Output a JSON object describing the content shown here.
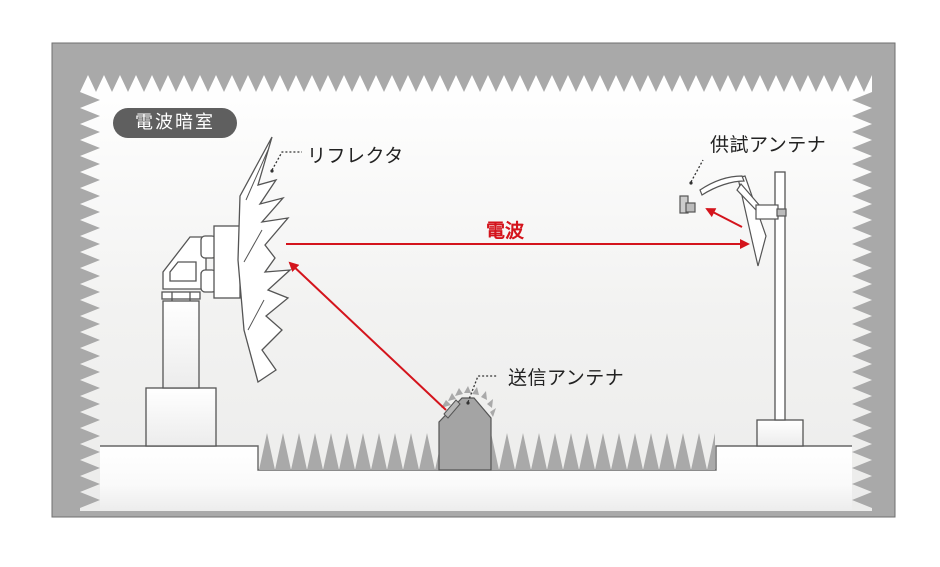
{
  "diagram": {
    "title_badge": "電波暗室",
    "labels": {
      "reflector": "リフレクタ",
      "wave": "電波",
      "test_antenna": "供試アンテナ",
      "transmit_antenna": "送信アンテナ"
    },
    "colors": {
      "chamber_wall": "#a9a9a9",
      "interior": "#efefee",
      "floor": "#ffffff",
      "outline": "#555555",
      "wave_arrow": "#d4141c",
      "badge_bg": "#5f5f5f"
    }
  }
}
